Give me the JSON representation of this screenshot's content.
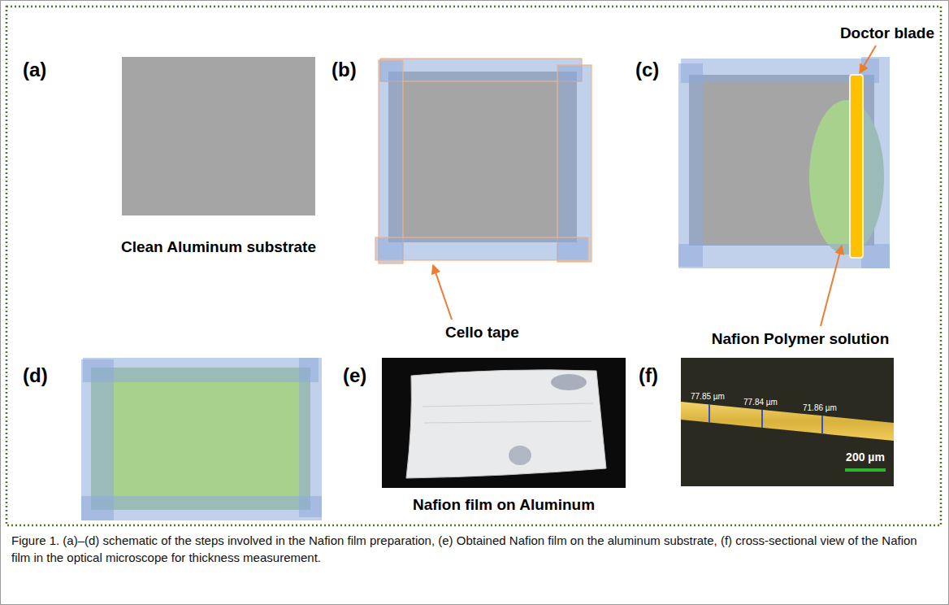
{
  "diagram": {
    "caption": "Figure 1. (a)–(d) schematic of the steps involved in the Nafion film preparation, (e) Obtained Nafion film on the aluminum substrate, (f) cross-sectional view of the Nafion film in the optical microscope for thickness measurement.",
    "labels": [
      "(a)",
      "Clean Aluminum substrate",
      "(b)",
      "Cello tape",
      "(c)",
      "Doctor blade",
      "Nafion Polymer solution",
      "(d)",
      "(e)",
      "Nafion film on Aluminum",
      "(f)",
      "77.85 µm",
      "77.84 µm",
      "71.86 µm",
      "200 µm"
    ]
  }
}
